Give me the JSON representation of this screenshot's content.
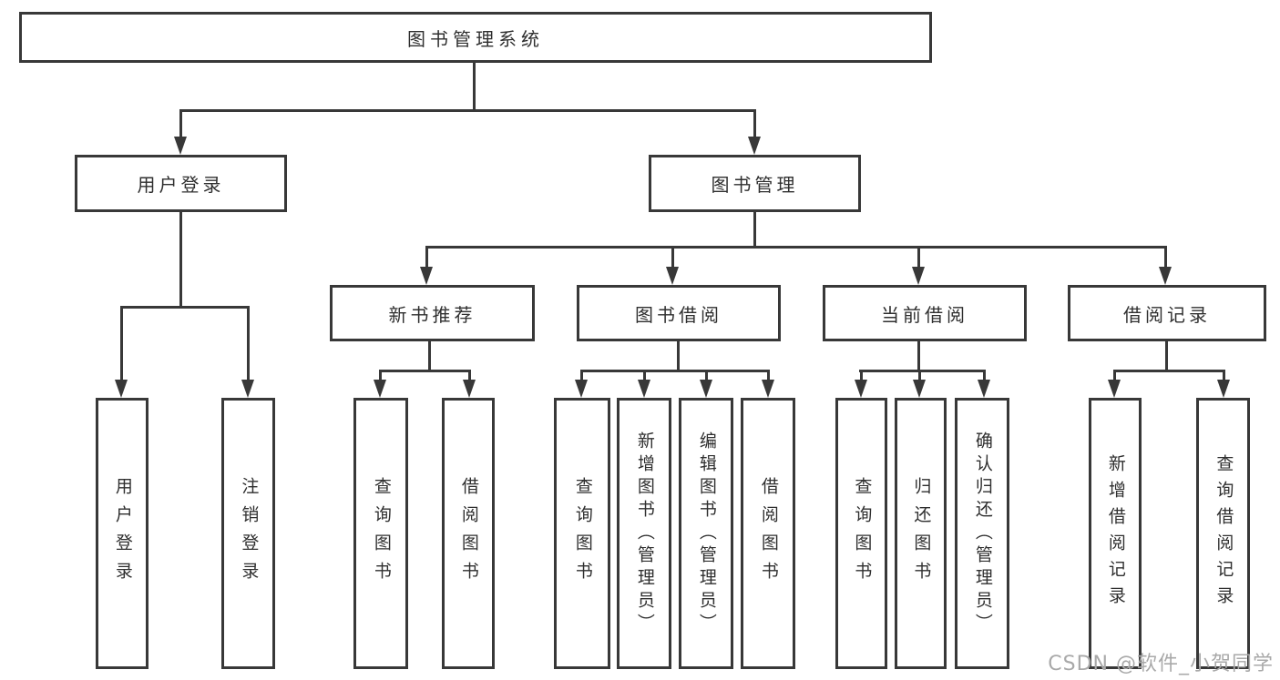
{
  "colors": {
    "line": "#383838",
    "text": "#2f2f2f",
    "watermark": "#a9a9a9",
    "background": "#ffffff"
  },
  "watermark": "CSDN @软件_小贺同学",
  "diagram": {
    "title": "图书管理系统",
    "branches": [
      {
        "label": "用户登录",
        "children": [
          {
            "label": "用户登录"
          },
          {
            "label": "注销登录"
          }
        ]
      },
      {
        "label": "图书管理",
        "children": [
          {
            "label": "新书推荐",
            "children": [
              {
                "label": "查询图书"
              },
              {
                "label": "借阅图书"
              }
            ]
          },
          {
            "label": "图书借阅",
            "children": [
              {
                "label": "查询图书"
              },
              {
                "label": "新增图书（管理员）"
              },
              {
                "label": "编辑图书（管理员）"
              },
              {
                "label": "借阅图书"
              }
            ]
          },
          {
            "label": "当前借阅",
            "children": [
              {
                "label": "查询图书"
              },
              {
                "label": "归还图书"
              },
              {
                "label": "确认归还（管理员）"
              }
            ]
          },
          {
            "label": "借阅记录",
            "children": [
              {
                "label": "新增借阅记录"
              },
              {
                "label": "查询借阅记录"
              }
            ]
          }
        ]
      }
    ]
  }
}
